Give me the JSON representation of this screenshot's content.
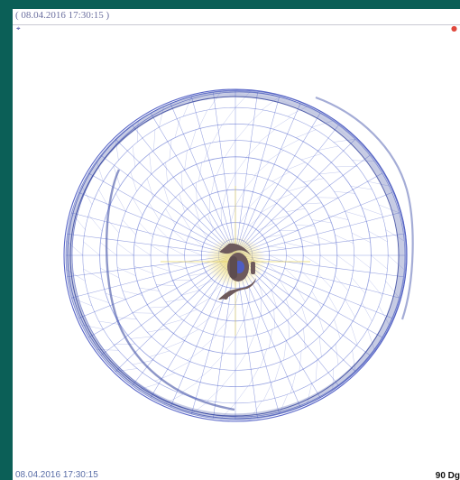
{
  "window": {
    "title": "( 08.04.2016 17:30:15 )"
  },
  "corner_icons": {
    "left": "pin-icon",
    "right": "close-icon"
  },
  "status": {
    "left_text": "08.04.2016 17:30:15",
    "right_text": "90 Dg"
  },
  "scene": {
    "object": "wireframe-sphere",
    "subject": "human-figure-top-view",
    "mesh_color": "#4055c8",
    "ring_color": "#2f3f9a",
    "center_glow_color": "#e7d35b",
    "figure_color": "#6e5a5c",
    "figure_accent": "#4c5ec8"
  }
}
